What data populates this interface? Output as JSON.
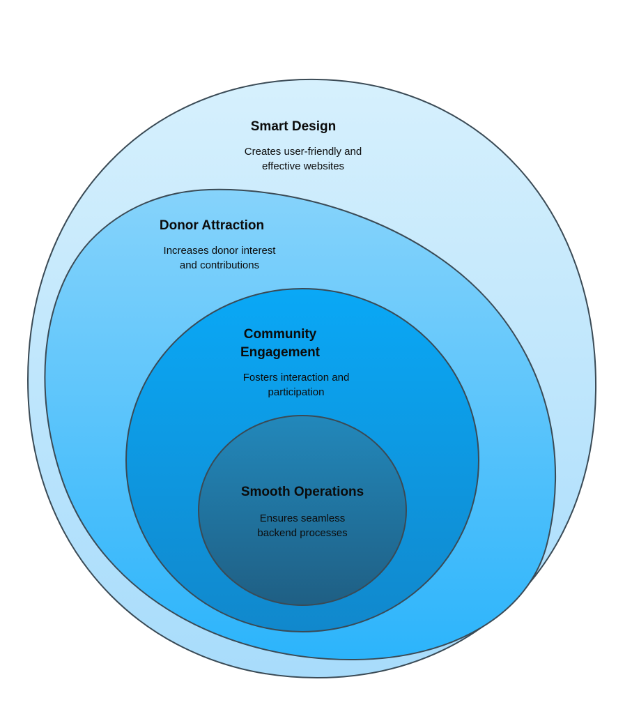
{
  "layers": [
    {
      "title": "Smart Design",
      "description_lines": [
        "Creates user-friendly and",
        "effective websites"
      ],
      "fill_top": "#d6f0fd",
      "fill_bottom": "#a8dcfb"
    },
    {
      "title": "Donor Attraction",
      "description_lines": [
        "Increases donor interest",
        "and contributions"
      ],
      "fill_top": "#86d3fb",
      "fill_bottom": "#2cb4fb"
    },
    {
      "title_lines": [
        "Community",
        "Engagement"
      ],
      "description_lines": [
        "Fosters interaction and",
        "participation"
      ],
      "fill_top": "#0aa8f6",
      "fill_bottom": "#1188cc"
    },
    {
      "title": "Smooth Operations",
      "description_lines": [
        "Ensures seamless",
        "backend processes"
      ],
      "fill_top": "#2288bb",
      "fill_bottom": "#1f5f84"
    }
  ],
  "stroke_color": "#3a4a55"
}
